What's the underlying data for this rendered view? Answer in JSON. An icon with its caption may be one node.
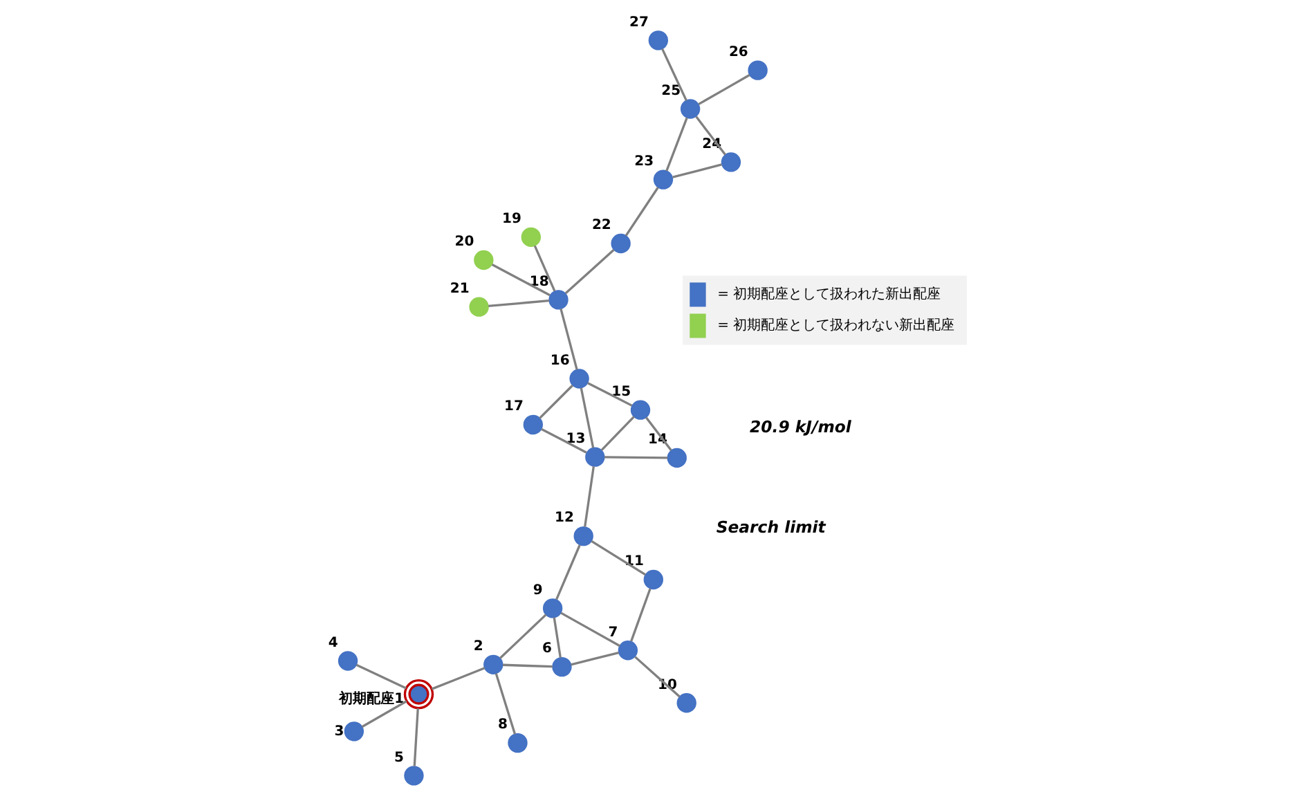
{
  "diagram": {
    "nodes": [
      {
        "text": [],
        "shape": "circle",
        "beside": [
          "初期配座1"
        ]
      },
      {
        "text": [],
        "shape": "circle",
        "beside": [
          "2"
        ]
      },
      {
        "text": [],
        "shape": "circle",
        "beside": [
          "3"
        ]
      },
      {
        "text": [],
        "shape": "circle",
        "beside": [
          "4"
        ]
      },
      {
        "text": [],
        "shape": "circle",
        "beside": [
          "5"
        ]
      },
      {
        "text": [],
        "shape": "circle",
        "beside": [
          "6"
        ]
      },
      {
        "text": [],
        "shape": "circle",
        "beside": [
          "7"
        ]
      },
      {
        "text": [],
        "shape": "circle",
        "beside": [
          "8"
        ]
      },
      {
        "text": [],
        "shape": "circle",
        "beside": [
          "9"
        ]
      },
      {
        "text": [],
        "shape": "circle",
        "beside": [
          "10"
        ]
      },
      {
        "text": [],
        "shape": "circle",
        "beside": [
          "11"
        ]
      },
      {
        "text": [],
        "shape": "circle",
        "beside": [
          "12"
        ]
      },
      {
        "text": [],
        "shape": "circle",
        "beside": [
          "13"
        ]
      },
      {
        "text": [],
        "shape": "circle",
        "beside": [
          "14"
        ]
      },
      {
        "text": [],
        "shape": "circle",
        "beside": [
          "15"
        ]
      },
      {
        "text": [],
        "shape": "circle",
        "beside": [
          "16"
        ]
      },
      {
        "text": [],
        "shape": "circle",
        "beside": [
          "17"
        ]
      },
      {
        "text": [],
        "shape": "circle",
        "beside": [
          "18"
        ]
      },
      {
        "text": [],
        "shape": "circle",
        "beside": [
          "19"
        ]
      },
      {
        "text": [],
        "shape": "circle",
        "beside": [
          "20"
        ]
      },
      {
        "text": [],
        "shape": "circle",
        "beside": [
          "21"
        ]
      },
      {
        "text": [],
        "shape": "circle",
        "beside": [
          "22"
        ]
      },
      {
        "text": [],
        "shape": "circle",
        "beside": [
          "23"
        ]
      },
      {
        "text": [],
        "shape": "circle",
        "beside": [
          "24"
        ]
      },
      {
        "text": [],
        "shape": "circle",
        "beside": [
          "25"
        ]
      },
      {
        "text": [],
        "shape": "circle",
        "beside": [
          "26"
        ]
      },
      {
        "text": [],
        "shape": "circle",
        "beside": [
          "27"
        ]
      }
    ],
    "edges": [
      {
        "from": 0,
        "to": 1,
        "arrow": "none"
      },
      {
        "from": 0,
        "to": 2,
        "arrow": "none"
      },
      {
        "from": 0,
        "to": 3,
        "arrow": "none"
      },
      {
        "from": 0,
        "to": 4,
        "arrow": "none"
      },
      {
        "from": 1,
        "to": 7,
        "arrow": "none"
      },
      {
        "from": 1,
        "to": 8,
        "arrow": "none"
      },
      {
        "from": 1,
        "to": 5,
        "arrow": "none"
      },
      {
        "from": 8,
        "to": 11,
        "arrow": "none"
      },
      {
        "from": 8,
        "to": 5,
        "arrow": "none"
      },
      {
        "from": 8,
        "to": 6,
        "arrow": "none"
      },
      {
        "from": 11,
        "to": 10,
        "arrow": "none"
      },
      {
        "from": 11,
        "to": 12,
        "arrow": "none"
      },
      {
        "from": 10,
        "to": 6,
        "arrow": "none"
      },
      {
        "from": 6,
        "to": 5,
        "arrow": "none"
      },
      {
        "from": 6,
        "to": 9,
        "arrow": "none"
      },
      {
        "from": 12,
        "to": 14,
        "arrow": "none"
      },
      {
        "from": 12,
        "to": 13,
        "arrow": "none"
      },
      {
        "from": 12,
        "to": 15,
        "arrow": "none"
      },
      {
        "from": 12,
        "to": 16,
        "arrow": "none"
      },
      {
        "from": 14,
        "to": 13,
        "arrow": "none"
      },
      {
        "from": 14,
        "to": 15,
        "arrow": "none"
      },
      {
        "from": 15,
        "to": 16,
        "arrow": "none"
      },
      {
        "from": 15,
        "to": 17,
        "arrow": "none"
      },
      {
        "from": 17,
        "to": 18,
        "arrow": "none"
      },
      {
        "from": 17,
        "to": 19,
        "arrow": "none"
      },
      {
        "from": 17,
        "to": 20,
        "arrow": "none"
      },
      {
        "from": 17,
        "to": 21,
        "arrow": "none"
      },
      {
        "from": 21,
        "to": 22,
        "arrow": "none"
      },
      {
        "from": 22,
        "to": 23,
        "arrow": "none"
      },
      {
        "from": 22,
        "to": 24,
        "arrow": "none"
      },
      {
        "from": 23,
        "to": 24,
        "arrow": "none"
      },
      {
        "from": 24,
        "to": 25,
        "arrow": "none"
      },
      {
        "from": 24,
        "to": 26,
        "arrow": "none"
      }
    ],
    "labels": [
      "Search limit",
      "20.9 kJ/mol"
    ],
    "legend": [
      {
        "text": "= 初期配座として扱われた新出配座",
        "color": "#4472c4"
      },
      {
        "text": "= 初期配座として扱われない新出配座",
        "color": "#92d050"
      }
    ]
  }
}
